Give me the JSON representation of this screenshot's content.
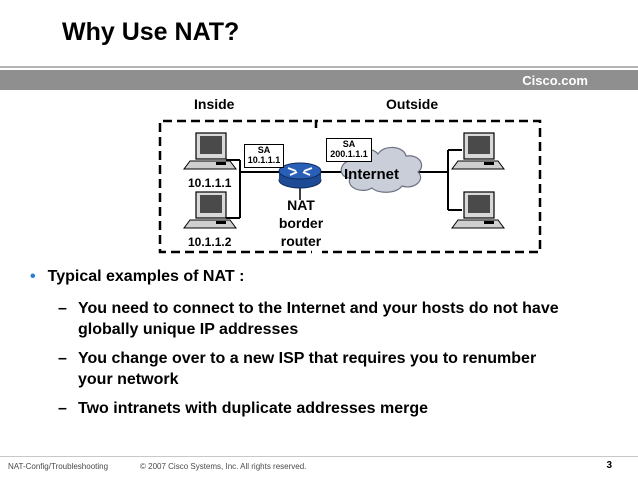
{
  "slide": {
    "title": "Why Use NAT?",
    "brand": "Cisco.com"
  },
  "diagram": {
    "inside_label": "Inside",
    "outside_label": "Outside",
    "host1_ip": "10.1.1.1",
    "host2_ip": "10.1.1.2",
    "router_label_lines": [
      "NAT",
      "border",
      "router"
    ],
    "sa_inside": {
      "label": "SA",
      "value": "10.1.1.1"
    },
    "sa_outside": {
      "label": "SA",
      "value": "200.1.1.1"
    },
    "cloud_label": "Internet"
  },
  "content": {
    "bullet": "Typical examples of NAT :",
    "items": [
      {
        "lines": [
          "You need to connect to the Internet and your hosts do not have",
          "globally unique IP addresses"
        ]
      },
      {
        "lines": [
          "You change over to a new ISP that requires you to renumber",
          "your network"
        ]
      },
      {
        "lines": [
          "Two intranets with duplicate addresses merge"
        ]
      }
    ]
  },
  "footer": {
    "left": "NAT-Config/Troubleshooting",
    "copyright": "© 2007 Cisco Systems, Inc. All rights reserved.",
    "page": "3"
  },
  "colors": {
    "band": "#8f8f8f",
    "bullet": "#2c7fd0",
    "router": "#2a5fb8"
  },
  "icons": [
    "workstation-icon",
    "router-icon",
    "cloud-icon"
  ]
}
